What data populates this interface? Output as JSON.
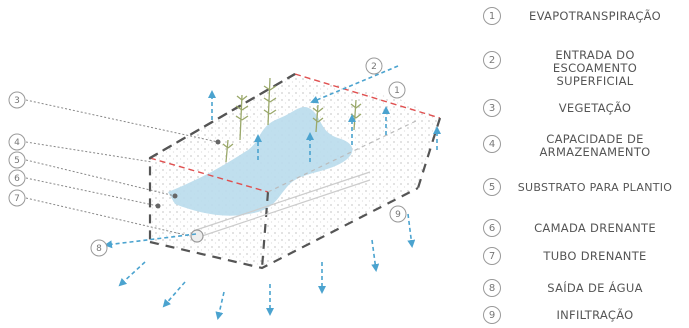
{
  "colors": {
    "water": "#b9dcec",
    "arrow": "#4ba3cf",
    "dashed_red": "#e05050",
    "box_outline": "#555555",
    "substrate_dots": "#c9c9c9",
    "vegetation": "#9aa86a",
    "legend_text": "#555555"
  },
  "legend": [
    {
      "number": "1",
      "label": "EVAPOTRANSPIRAÇÃO"
    },
    {
      "number": "2",
      "label": "ENTRADA DO ESCOAMENTO SUPERFICIAL"
    },
    {
      "number": "3",
      "label": "VEGETAÇÃO"
    },
    {
      "number": "4",
      "label": "CAPACIDADE DE ARMAZENAMENTO"
    },
    {
      "number": "5",
      "label": "SUBSTRATO PARA PLANTIO"
    },
    {
      "number": "6",
      "label": "CAMADA DRENANTE"
    },
    {
      "number": "7",
      "label": "TUBO DRENANTE"
    },
    {
      "number": "8",
      "label": "SAÍDA DE ÁGUA"
    },
    {
      "number": "9",
      "label": "INFILTRAÇÃO"
    }
  ],
  "callouts": [
    "1",
    "2",
    "3",
    "4",
    "5",
    "6",
    "7",
    "8",
    "9"
  ]
}
